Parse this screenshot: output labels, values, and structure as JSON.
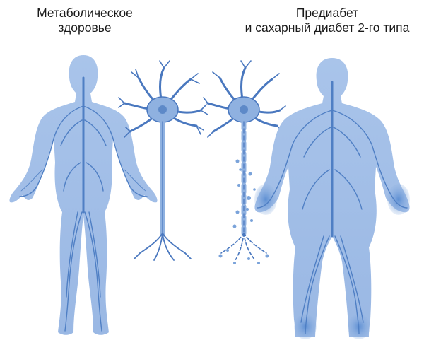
{
  "captions": {
    "left": [
      "Метаболическое",
      "здоровье"
    ],
    "right": [
      "Предиабет",
      "и сахарный диабет 2-го типа"
    ]
  },
  "colors": {
    "body_fill": "#9fbde6",
    "body_dark": "#6f9bd6",
    "nerve": "#4f7fc4",
    "neuron_fill": "#8fb1e0",
    "neuron_stroke": "#4a78bf"
  },
  "figures": [
    {
      "name": "figure-metabolic-health",
      "state": "healthy"
    },
    {
      "name": "neuron-healthy",
      "state": "healthy"
    },
    {
      "name": "neuron-damaged",
      "state": "damaged"
    },
    {
      "name": "figure-prediabetes-diabetes",
      "state": "obese"
    }
  ]
}
